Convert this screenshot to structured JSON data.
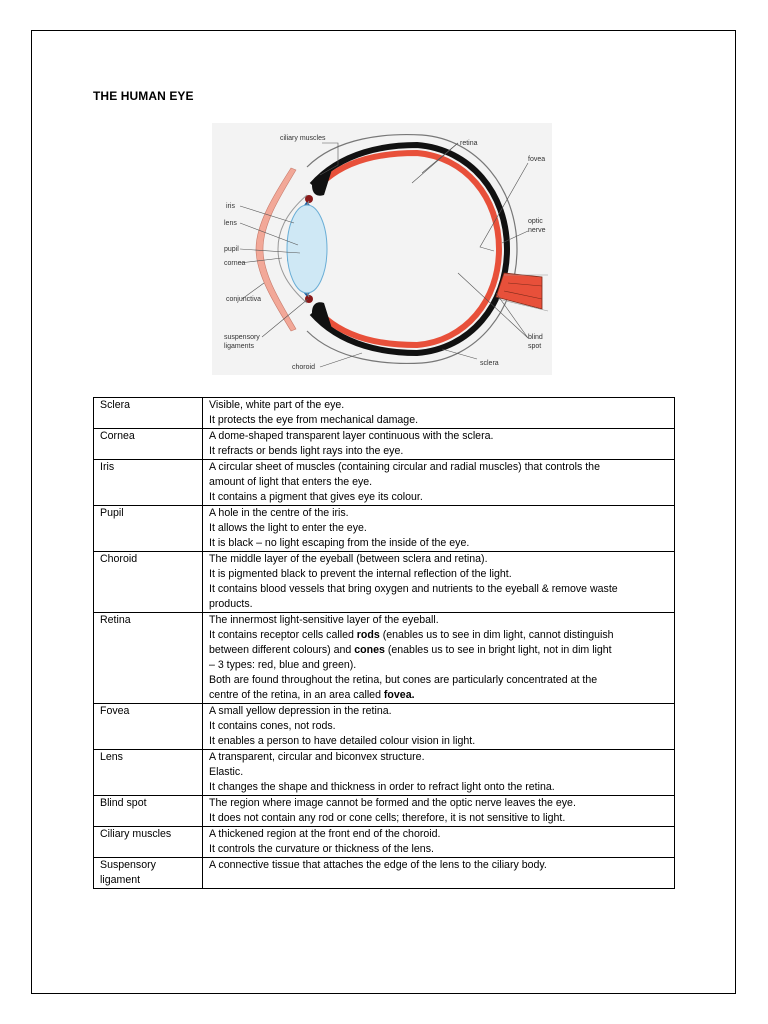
{
  "title": "THE HUMAN EYE",
  "diagram": {
    "labels": {
      "ciliary_muscles": "ciliary muscles",
      "retina": "retina",
      "fovea": "fovea",
      "iris": "iris",
      "lens": "lens",
      "pupil": "pupil",
      "cornea": "cornea",
      "conjunctiva": "conjunctiva",
      "suspensory_1": "suspensory",
      "suspensory_2": "ligaments",
      "choroid": "choroid",
      "optic_1": "optic",
      "optic_2": "nerve",
      "blind_1": "blind",
      "blind_2": "spot",
      "sclera": "sclera"
    },
    "colors": {
      "retina": "#e8503a",
      "choroid": "#111111",
      "iris": "#1e5fa0",
      "lens": "#cfe8f5",
      "conjunctiva": "#f2a898"
    }
  },
  "table": [
    {
      "term": [
        "Sclera"
      ],
      "lines": [
        [
          {
            "t": "Visible, white part of the eye."
          }
        ],
        [
          {
            "t": "It protects the eye from mechanical damage."
          }
        ]
      ]
    },
    {
      "term": [
        "Cornea"
      ],
      "lines": [
        [
          {
            "t": "A dome-shaped transparent layer continuous with the sclera."
          }
        ],
        [
          {
            "t": "It refracts or bends light rays into the eye."
          }
        ]
      ]
    },
    {
      "term": [
        "Iris"
      ],
      "lines": [
        [
          {
            "t": "A circular sheet of muscles (containing circular and radial muscles) that controls the"
          }
        ],
        [
          {
            "t": "amount of light that enters the eye."
          }
        ],
        [
          {
            "t": "It contains a pigment that gives eye its colour."
          }
        ]
      ]
    },
    {
      "term": [
        "Pupil"
      ],
      "lines": [
        [
          {
            "t": "A hole in the centre of the iris."
          }
        ],
        [
          {
            "t": "It allows the light to enter the eye."
          }
        ],
        [
          {
            "t": "It is black – no light escaping from the inside of the eye."
          }
        ]
      ]
    },
    {
      "term": [
        "Choroid"
      ],
      "lines": [
        [
          {
            "t": "The middle layer of the eyeball (between sclera and retina)."
          }
        ],
        [
          {
            "t": "It is pigmented black to prevent the internal reflection of the light."
          }
        ],
        [
          {
            "t": "It contains blood vessels that bring oxygen and nutrients to the eyeball & remove waste"
          }
        ],
        [
          {
            "t": "products."
          }
        ]
      ]
    },
    {
      "term": [
        "Retina"
      ],
      "lines": [
        [
          {
            "t": "The innermost light-sensitive layer of the eyeball."
          }
        ],
        [
          {
            "t": "It contains receptor cells called "
          },
          {
            "t": "rods",
            "b": true
          },
          {
            "t": " (enables us to see in dim light, cannot distinguish"
          }
        ],
        [
          {
            "t": "between different colours) and "
          },
          {
            "t": "cones",
            "b": true
          },
          {
            "t": " (enables us to see in bright light, not in dim light"
          }
        ],
        [
          {
            "t": "– 3 types: red, blue and green)."
          }
        ],
        [
          {
            "t": "Both are found throughout the retina, but cones are particularly concentrated at the"
          }
        ],
        [
          {
            "t": "centre of the retina, in an area called "
          },
          {
            "t": "fovea.",
            "b": true
          }
        ]
      ]
    },
    {
      "term": [
        "Fovea"
      ],
      "lines": [
        [
          {
            "t": "A small yellow depression in the retina."
          }
        ],
        [
          {
            "t": "It contains cones, not rods."
          }
        ],
        [
          {
            "t": "It enables a person to have detailed colour vision in light."
          }
        ]
      ]
    },
    {
      "term": [
        "Lens"
      ],
      "lines": [
        [
          {
            "t": "A transparent, circular and biconvex structure."
          }
        ],
        [
          {
            "t": "Elastic."
          }
        ],
        [
          {
            "t": "It changes the shape and thickness in order to refract light onto the retina."
          }
        ]
      ]
    },
    {
      "term": [
        "Blind spot"
      ],
      "lines": [
        [
          {
            "t": "The region where image cannot be formed and the optic nerve leaves the eye."
          }
        ],
        [
          {
            "t": "It does not contain any rod or cone cells; therefore, it is not sensitive to light."
          }
        ]
      ]
    },
    {
      "term": [
        "Ciliary muscles"
      ],
      "lines": [
        [
          {
            "t": "A thickened region at the front end of the choroid."
          }
        ],
        [
          {
            "t": "It controls the curvature or thickness of the lens."
          }
        ]
      ]
    },
    {
      "term": [
        "Suspensory",
        "ligament"
      ],
      "lines": [
        [
          {
            "t": "A connective tissue that attaches the edge of the lens to the ciliary body."
          }
        ]
      ]
    }
  ]
}
